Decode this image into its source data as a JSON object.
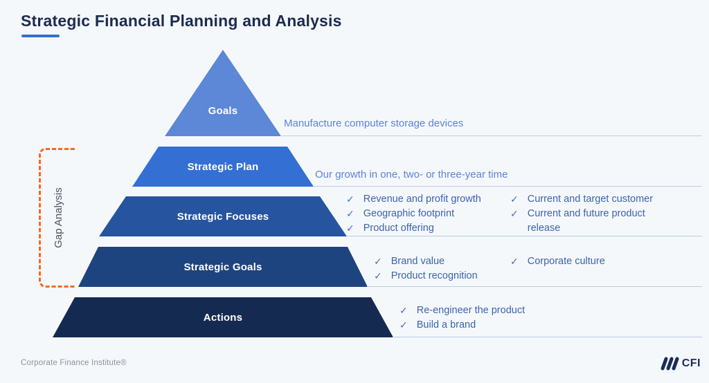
{
  "title": "Strategic Financial Planning and Analysis",
  "gap_analysis_label": "Gap Analysis",
  "icons": {
    "check": "✓",
    "cfi_logo_bars": "three-slanted-bars"
  },
  "colors": {
    "background": "#f5f8fb",
    "title_text": "#1c2b4e",
    "accent_underline": "#3470d4",
    "bracket_orange": "#f4691e",
    "note_blue": "#5b83d4",
    "checklist_blue": "#3c63ad",
    "rule_line": "#bccae3",
    "tier_colors": [
      "#5d87d7",
      "#3470d4",
      "#27549f",
      "#1e4480",
      "#152a50"
    ]
  },
  "tiers": [
    {
      "label": "Goals",
      "note": "Manufacture computer storage devices"
    },
    {
      "label": "Strategic Plan",
      "note": "Our growth in one, two- or three-year time"
    },
    {
      "label": "Strategic Focuses",
      "checklist_col1": [
        "Revenue and profit growth",
        "Geographic footprint",
        "Product offering"
      ],
      "checklist_col2": [
        "Current and target customer",
        "Current and future product release"
      ]
    },
    {
      "label": "Strategic Goals",
      "checklist_col1": [
        "Brand value",
        "Product recognition"
      ],
      "checklist_col2": [
        "Corporate culture"
      ]
    },
    {
      "label": "Actions",
      "checklist_col1": [
        "Re-engineer the product",
        "Build a brand"
      ]
    }
  ],
  "footer": {
    "attribution": "Corporate Finance Institute®",
    "logo_text": "CFI"
  }
}
